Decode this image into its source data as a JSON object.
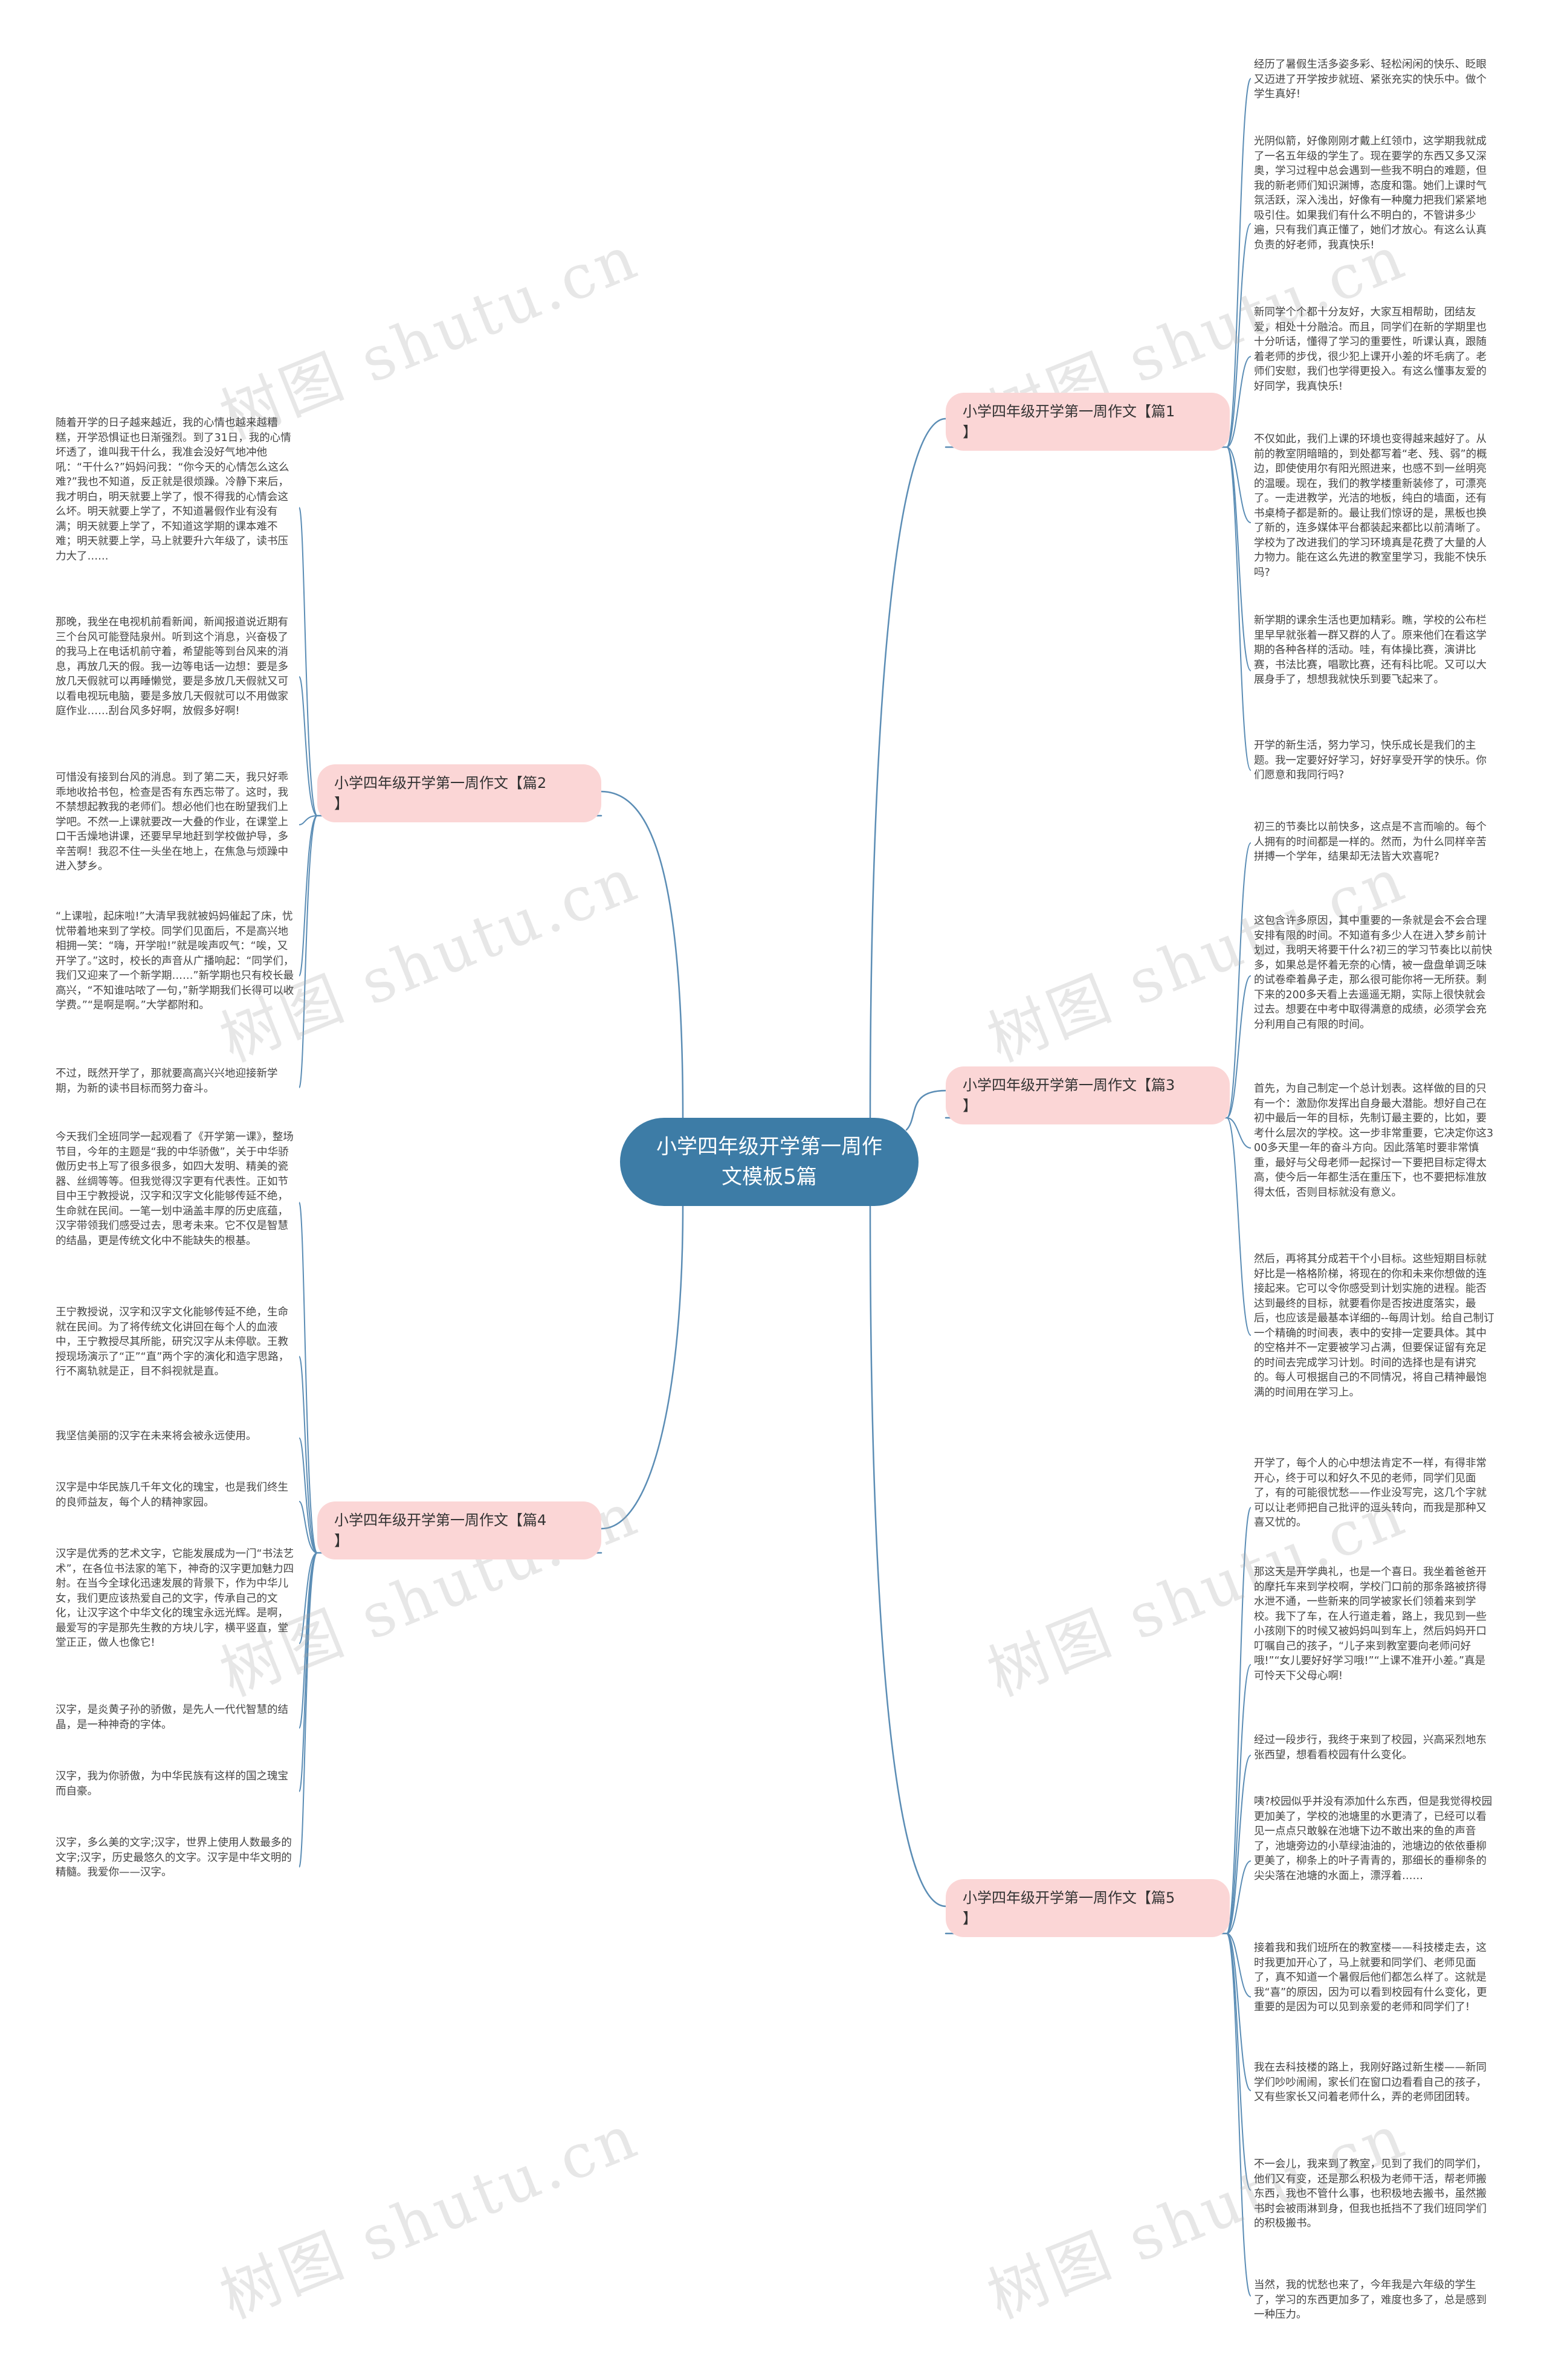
{
  "root": {
    "title": "小学四年级开学第一周作\n文模板5篇"
  },
  "branches": {
    "b1": {
      "label": "小学四年级开学第一周作文【篇1\n】"
    },
    "b2": {
      "label": "小学四年级开学第一周作文【篇2\n】"
    },
    "b3": {
      "label": "小学四年级开学第一周作文【篇3\n】"
    },
    "b4": {
      "label": "小学四年级开学第一周作文【篇4\n】"
    },
    "b5": {
      "label": "小学四年级开学第一周作文【篇5\n】"
    }
  },
  "leaves": {
    "b1": [
      "经历了暑假生活多姿多彩、轻松闲闲的快乐、眨眼又迈进了开学按步就班、紧张充实的快乐中。做个学生真好!",
      "光阴似箭，好像刚刚才戴上红领巾，这学期我就成了一名五年级的学生了。现在要学的东西又多又深奥，学习过程中总会遇到一些我不明白的难题，但我的新老师们知识渊博，态度和霭。她们上课时气氛活跃，深入浅出，好像有一种魔力把我们紧紧地吸引住。如果我们有什么不明白的，不管讲多少遍，只有我们真正懂了，她们才放心。有这么认真负责的好老师，我真快乐!",
      "新同学个个都十分友好，大家互相帮助，团结友爱，相处十分融洽。而且，同学们在新的学期里也十分听话，懂得了学习的重要性，听课认真，跟随着老师的步伐，很少犯上课开小差的坏毛病了。老师们安慰，我们也学得更投入。有这么懂事友爱的好同学，我真快乐!",
      "不仅如此，我们上课的环境也变得越来越好了。从前的教室阴暗暗的，到处都写着“老、残、弱”的概边，即使使用尔有阳光照进来，也感不到一丝明亮的温暖。现在，我们的教学楼重新装修了，可漂亮了。一走进教学，光洁的地板，纯白的墙面，还有书桌椅子都是新的。最让我们惊讶的是，黑板也换了新的，连多媒体平台都装起来都比以前清晰了。学校为了改进我们的学习环境真是花费了大量的人力物力。能在这么先进的教室里学习，我能不快乐吗?",
      "新学期的课余生活也更加精彩。瞧，学校的公布栏里早早就张着一群又群的人了。原来他们在看这学期的各种各样的活动。哇，有体操比赛，演讲比赛，书法比赛，唱歌比赛，还有科比呢。又可以大展身手了，想想我就快乐到要飞起来了。",
      "开学的新生活，努力学习，快乐成长是我们的主题。我一定要好好学习，好好享受开学的快乐。你们愿意和我同行吗?"
    ],
    "b3": [
      "初三的节奏比以前快多，这点是不言而喻的。每个人拥有的时间都是一样的。然而，为什么同样辛苦拼搏一个学年，结果却无法皆大欢喜呢?",
      "这包含许多原因，其中重要的一条就是会不会合理安排有限的时间。不知道有多少人在进入梦乡前计划过，我明天将要干什么?初三的学习节奏比以前快多，如果总是怀着无奈的心情，被一盘盘单调乏味的试卷牵着鼻子走，那么很可能你将一无所获。剩下来的200多天看上去遥遥无期，实际上很快就会过去。想要在中考中取得满意的成绩，必须学会充分利用自己有限的时间。",
      "首先，为自己制定一个总计划表。这样做的目的只有一个：激励你发挥出自身最大潜能。想好自己在初中最后一年的目标，先制订最主要的，比如，要考什么层次的学校。这一步非常重要，它决定你这300多天里一年的奋斗方向。因此落笔时要非常慎重，最好与父母老师一起探讨一下要把目标定得太高，使今后一年都生活在重压下，也不要把标准放得太低，否则目标就没有意义。",
      "然后，再将其分成若干个小目标。这些短期目标就好比是一格格阶梯，将现在的你和未来你想做的连接起来。它可以令你感受到计划实施的进程。能否达到最终的目标，就要看你是否按进度落实，最后，也应该是最基本详细的--每周计划。给自己制订一个精确的时间表，表中的安排一定要具体。其中的空格并不一定要被学习占满，但要保证留有充足的时间去完成学习计划。时间的选择也是有讲究的。每人可根据自己的不同情况，将自己精神最饱满的时间用在学习上。"
    ],
    "b5": [
      "开学了，每个人的心中想法肯定不一样，有得非常开心，终于可以和好久不见的老师，同学们见面了，有的可能很忧愁——作业没写完，这几个字就可以让老师把自己批评的逗头转向，而我是那种又喜又忧的。",
      "那这天是开学典礼，也是一个喜日。我坐着爸爸开的摩托车来到学校啊，学校门口前的那条路被挤得水泄不通，一些新来的同学被家长们领着来到学校。我下了车，在人行道走着，路上，我见到一些小孩刚下的时候又被妈妈叫到车上，然后妈妈开口叮嘱自己的孩子，“儿子来到教室要向老师问好哦!”“女儿要好好学习哦!”“上课不准开小差。”真是可怜天下父母心啊!",
      "经过一段步行，我终于来到了校园，兴高采烈地东张西望，想看看校园有什么变化。",
      "咦?校园似乎并没有添加什么东西，但是我觉得校园更加美了，学校的池塘里的水更清了，已经可以看见一点点只敢躲在池塘下边不敢出来的鱼的声音了，池塘旁边的小草绿油油的，池塘边的依依垂柳更美了，柳条上的叶子青青的，那细长的垂柳条的尖尖落在池塘的水面上，漂浮着……",
      "接着我和我们班所在的教室楼——科技楼走去，这时我更加开心了，马上就要和同学们、老师见面了，真不知道一个暑假后他们都怎么样了。这就是我“喜”的原因，因为可以看到校园有什么变化，更重要的是因为可以见到亲爱的老师和同学们了!",
      "我在去科技楼的路上，我刚好路过新生楼——新同学们吵吵闹闹，家长们在窗口边看看自己的孩子，又有些家长又问着老师什么，弄的老师团团转。",
      "不一会儿，我来到了教室，见到了我们的同学们，他们又有变，还是那么积极为老师干活，帮老师搬东西，我也不管什么事，也积极地去搬书，虽然搬书时会被雨淋到身，但我也抵挡不了我们班同学们的积极搬书。",
      "当然，我的忧愁也来了，今年我是六年级的学生了，学习的东西更加多了，难度也多了，总是感到一种压力。"
    ],
    "b2": [
      "随着开学的日子越来越近，我的心情也越来越糟糕，开学恐惧证也日渐强烈。到了31日，我的心情坏透了，谁叫我干什么，我准会没好气地冲他吼：“干什么?”妈妈问我：“你今天的心情怎么这么难?”我也不知道，反正就是很烦躁。冷静下来后，我才明白，明天就要上学了，恨不得我的心情会这么坏。明天就要上学了，不知道暑假作业有没有满；明天就要上学了，不知道这学期的课本难不难；明天就要上学，马上就要升六年级了，读书压力大了……",
      "那晚，我坐在电视机前看新闻，新闻报道说近期有三个台风可能登陆泉州。听到这个消息，兴奋极了的我马上在电话机前守着，希望能等到台风来的消息，再放几天的假。我一边等电话一边想：要是多放几天假就可以再睡懒觉，要是多放几天假就又可以看电视玩电脑，要是多放几天假就可以不用做家庭作业……刮台风多好啊，放假多好啊!",
      "可惜没有接到台风的消息。到了第二天，我只好乖乖地收拾书包，检查是否有东西忘带了。这时，我不禁想起教我的老师们。想必他们也在盼望我们上学吧。不然一上课就要改一大叠的作业，在课堂上口干舌燥地讲课，还要早早地赶到学校做护导，多辛苦啊！我忍不住一头坐在地上，在焦急与烦躁中进入梦乡。",
      "“上课啦，起床啦!”大清早我就被妈妈催起了床，忧忧带着地来到了学校。同学们见面后，不是高兴地相拥一笑：“嗨，开学啦!”就是唉声叹气：“唉，又开学了。”这时，校长的声音从广播响起：“同学们，我们又迎来了一个新学期……”新学期也只有校长最高兴，“不知谁咕哝了一句，”新学期我们长得可以收学费。”“是啊是啊。”大学都附和。",
      "不过，既然开学了，那就要高高兴兴地迎接新学期，为新的读书目标而努力奋斗。"
    ],
    "b4": [
      "今天我们全班同学一起观看了《开学第一课》，整场节目，今年的主题是“我的中华骄傲”，关于中华骄傲历史书上写了很多很多，如四大发明、精美的瓷器、丝绸等等。但我觉得汉字更有代表性。正如节目中王宁教授说，汉字和汉字文化能够传延不绝，生命就在民间。一笔一划中涵盖丰厚的历史底蕴，汉字带领我们感受过去，思考未来。它不仅是智慧的结晶，更是传统文化中不能缺失的根基。",
      "王宁教授说，汉字和汉字文化能够传延不绝，生命就在民间。为了将传统文化讲回在每个人的血液中，王宁教授尽其所能，研究汉字从未停歇。王教授现场演示了“正”“直”两个字的演化和造字思路，行不离轨就是正，目不斜视就是直。",
      "我坚信美丽的汉字在未来将会被永远使用。",
      "汉字是中华民族几千年文化的瑰宝，也是我们终生的良师益友，每个人的精神家园。",
      "汉字是优秀的艺术文字，它能发展成为一门“书法艺术”，在各位书法家的笔下，神奇的汉字更加魅力四射。在当今全球化迅速发展的背景下，作为中华儿女，我们更应该热爱自己的文字，传承自己的文化，让汉字这个中华文化的瑰宝永远光辉。是啊，最爱写的字是那先生教的方块儿字，横平竖直，堂堂正正，做人也像它!",
      "汉字，是炎黄子孙的骄傲，是先人一代代智慧的结晶，是一种神奇的字体。",
      "汉字，我为你骄傲，为中华民族有这样的国之瑰宝而自豪。",
      "汉字，多么美的文字;汉字，世界上使用人数最多的文字;汉字，历史最悠久的文字。汉字是中华文明的精髓。我爱你——汉字。"
    ]
  },
  "watermark": {
    "text": "树图 shutu.cn"
  },
  "colors": {
    "root_fill": "#3d7ca6",
    "branch_fill": "#fbd6d6",
    "line": "#5b8db5"
  }
}
